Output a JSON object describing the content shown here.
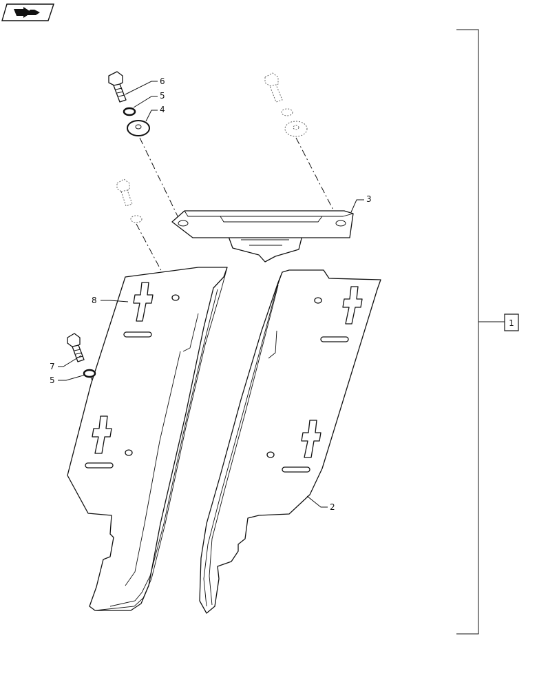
{
  "diagram": {
    "callouts": {
      "item_2": "2",
      "item_3": "3",
      "item_4": "4",
      "item_5_top": "5",
      "item_5_left": "5",
      "item_6": "6",
      "item_7": "7",
      "item_8": "8",
      "assembly_box": "1"
    },
    "icons": {
      "corner_icon": "book-arrow-icon"
    }
  }
}
